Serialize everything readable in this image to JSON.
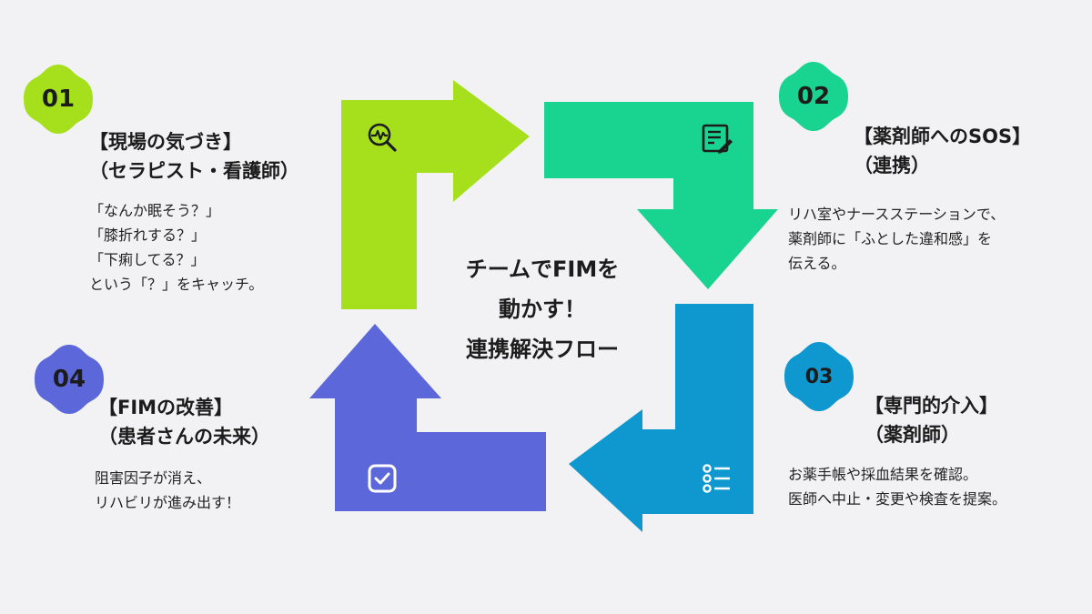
{
  "colors": {
    "step1": "#a6e01c",
    "step2": "#19d490",
    "step3": "#0e98cf",
    "step4": "#5c68da",
    "background": "#f2f2f4",
    "text": "#1c1c1c"
  },
  "center": {
    "lines": [
      "チームでFIMを",
      "動かす！",
      "連携解決フロー"
    ]
  },
  "steps": [
    {
      "number": "01",
      "title": [
        "【現場の気づき】",
        "（セラピスト・看護師）"
      ],
      "body": [
        "「なんか眠そう？」",
        "「膝折れする？」",
        "「下痢してる？」",
        "という「？」をキャッチ。"
      ],
      "icon": "magnifier-chart-icon"
    },
    {
      "number": "02",
      "title": [
        "【薬剤師へのSOS】",
        "（連携）"
      ],
      "body": [
        "リハ室やナースステーションで、",
        "薬剤師に「ふとした違和感」を",
        "伝える。"
      ],
      "icon": "document-icon"
    },
    {
      "number": "03",
      "title": [
        "【専門的介入】",
        "（薬剤師）"
      ],
      "body": [
        "お薬手帳や採血結果を確認。",
        "医師へ中止・変更や検査を提案。"
      ],
      "icon": "checklist-icon"
    },
    {
      "number": "04",
      "title": [
        "【FIMの改善】",
        "（患者さんの未来）"
      ],
      "body": [
        "阻害因子が消え、",
        "リハビリが進み出す！"
      ],
      "icon": "checkbox-icon"
    }
  ]
}
